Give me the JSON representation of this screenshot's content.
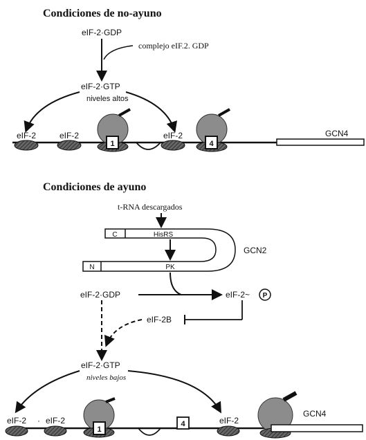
{
  "colors": {
    "ink": "#111111",
    "ribosome": "#8c8c8c",
    "hatch": "#555555"
  },
  "section1": {
    "title": "Condiciones de no-ayuno",
    "gdp": "eIF-2·GDP",
    "complex": "complejo eIF.2. GDP",
    "gtp": "eIF-2·GTP",
    "gtp_level": "niveles altos",
    "factor_a": "eIF-2",
    "factor_b": "eIF-2",
    "factor_c": "eIF-2",
    "uorf1": "1",
    "uorf4": "4",
    "gene": "GCN4"
  },
  "section2": {
    "title": "Condiciones de ayuno",
    "trna": "t-RNA descargados",
    "c_label": "C",
    "hisrs": "HisRS",
    "n_label": "N",
    "pk": "PK",
    "gcn2": "GCN2",
    "gdp": "eIF-2·GDP",
    "phospho": "eIF-2~",
    "p_symbol": "P",
    "eif2b": "eIF-2B",
    "gtp": "eIF-2·GTP",
    "gtp_level": "niveles bajos",
    "factor_a": "eIF-2",
    "dot": "·",
    "factor_b": "eIF-2",
    "factor_c": "eIF-2",
    "uorf1": "1",
    "uorf4": "4",
    "gene": "GCN4"
  }
}
